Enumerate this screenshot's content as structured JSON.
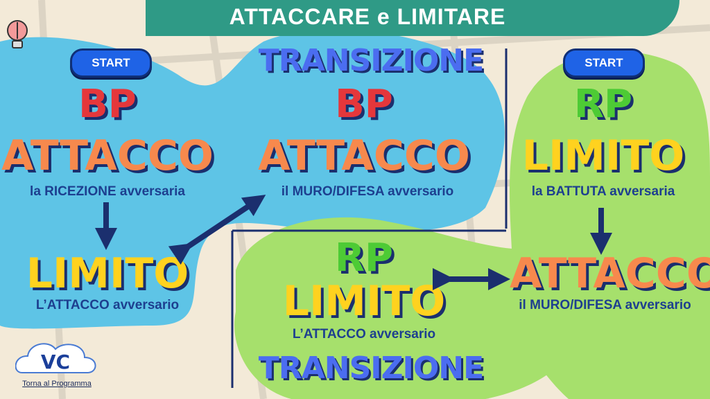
{
  "header": {
    "title": "ATTACCARE e LIMITARE"
  },
  "left": {
    "start_label": "START",
    "phase": "BP",
    "action": "ATTACCO",
    "action_sub": "la RICEZIONE avversaria",
    "next_action": "LIMITO",
    "next_sub": "L’ATTACCO avversario"
  },
  "center_top": {
    "heading": "TRANSIZIONE",
    "phase": "BP",
    "action": "ATTACCO",
    "action_sub": "il MURO/DIFESA avversario"
  },
  "right": {
    "start_label": "START",
    "phase": "RP",
    "action": "LIMITO",
    "action_sub": "la BATTUTA avversaria",
    "next_action": "ATTACCO",
    "next_sub": "il MURO/DIFESA avversario"
  },
  "center_bottom": {
    "phase": "RP",
    "action": "LIMITO",
    "action_sub": "L’ATTACCO avversario",
    "heading": "TRANSIZIONE"
  },
  "footer": {
    "link_label": "Torna al Programma",
    "logo_text": "VC"
  },
  "colors": {
    "blue_blob": "#5ec4e6",
    "green_blob": "#a6e06c",
    "header": "#2f9a86",
    "arrow": "#1b2f6e"
  }
}
